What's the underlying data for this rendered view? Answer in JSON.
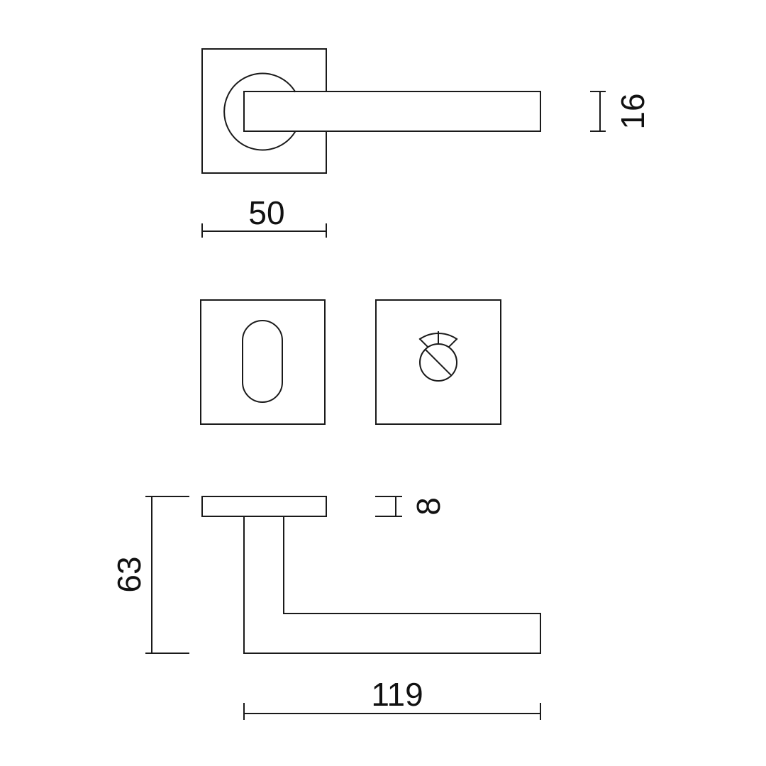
{
  "colors": {
    "background": "#ffffff",
    "line": "#1a1a1a"
  },
  "dimensions": {
    "rosette_width": "50",
    "lever_thickness": "16",
    "rosette_thickness": "8",
    "projection": "63",
    "lever_length": "119"
  },
  "icons": {
    "keyhole": "keyhole-escutcheon-icon",
    "privacy": "wc-privacy-turn-icon"
  }
}
